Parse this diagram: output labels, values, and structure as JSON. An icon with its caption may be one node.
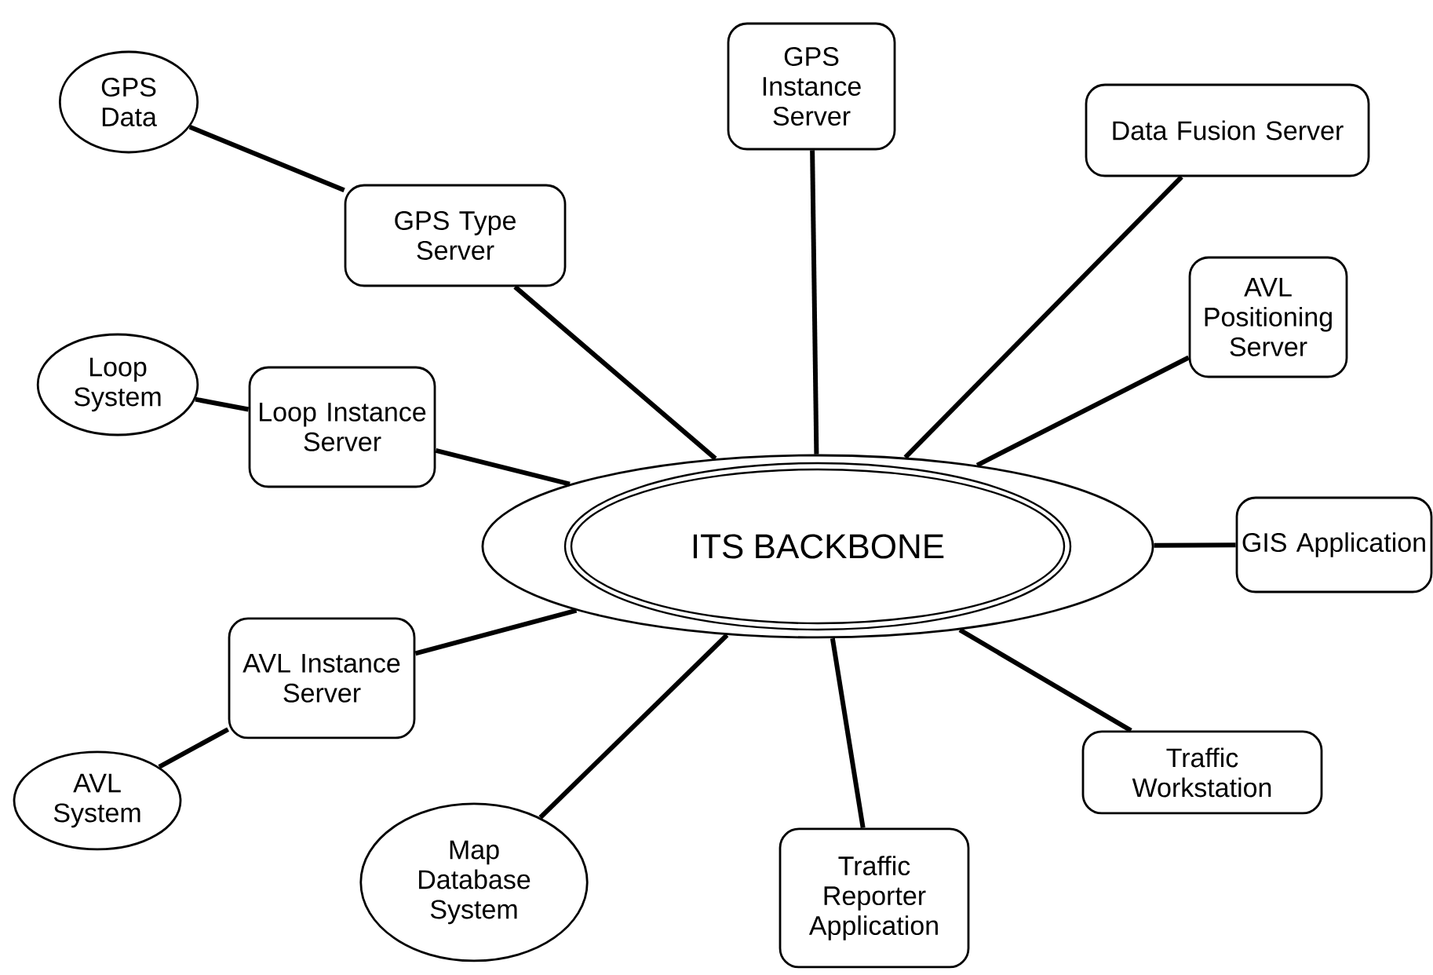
{
  "diagram": {
    "nodes": [
      {
        "text": [
          "GPS Data"
        ]
      },
      {
        "text": [
          "GPS Type Server"
        ]
      },
      {
        "text": [
          "GPS Instance Server"
        ]
      },
      {
        "text": [
          "Data Fusion Server"
        ]
      },
      {
        "text": [
          "AVL Positioning Server"
        ]
      },
      {
        "text": [
          "Loop System"
        ]
      },
      {
        "text": [
          "Loop Instance Server"
        ]
      },
      {
        "text": [
          "ITS BACKBONE"
        ]
      },
      {
        "text": [
          "GIS Application"
        ]
      },
      {
        "text": [
          "AVL Instance Server"
        ]
      },
      {
        "text": [
          "AVL System"
        ]
      },
      {
        "text": [
          "Traffic Workstation"
        ]
      },
      {
        "text": [
          "Map Database System"
        ]
      },
      {
        "text": [
          "Traffic Reporter Application"
        ]
      }
    ],
    "edges": [
      {
        "from": 0,
        "to": 1,
        "arrow": "none"
      },
      {
        "from": 1,
        "to": 7,
        "arrow": "none"
      },
      {
        "from": 2,
        "to": 7,
        "arrow": "none"
      },
      {
        "from": 3,
        "to": 7,
        "arrow": "none"
      },
      {
        "from": 4,
        "to": 7,
        "arrow": "none"
      },
      {
        "from": 5,
        "to": 6,
        "arrow": "none"
      },
      {
        "from": 6,
        "to": 7,
        "arrow": "none"
      },
      {
        "from": 7,
        "to": 8,
        "arrow": "none"
      },
      {
        "from": 9,
        "to": 7,
        "arrow": "none"
      },
      {
        "from": 10,
        "to": 9,
        "arrow": "none"
      },
      {
        "from": 7,
        "to": 11,
        "arrow": "none"
      },
      {
        "from": 7,
        "to": 12,
        "arrow": "none"
      },
      {
        "from": 7,
        "to": 13,
        "arrow": "none"
      }
    ]
  }
}
